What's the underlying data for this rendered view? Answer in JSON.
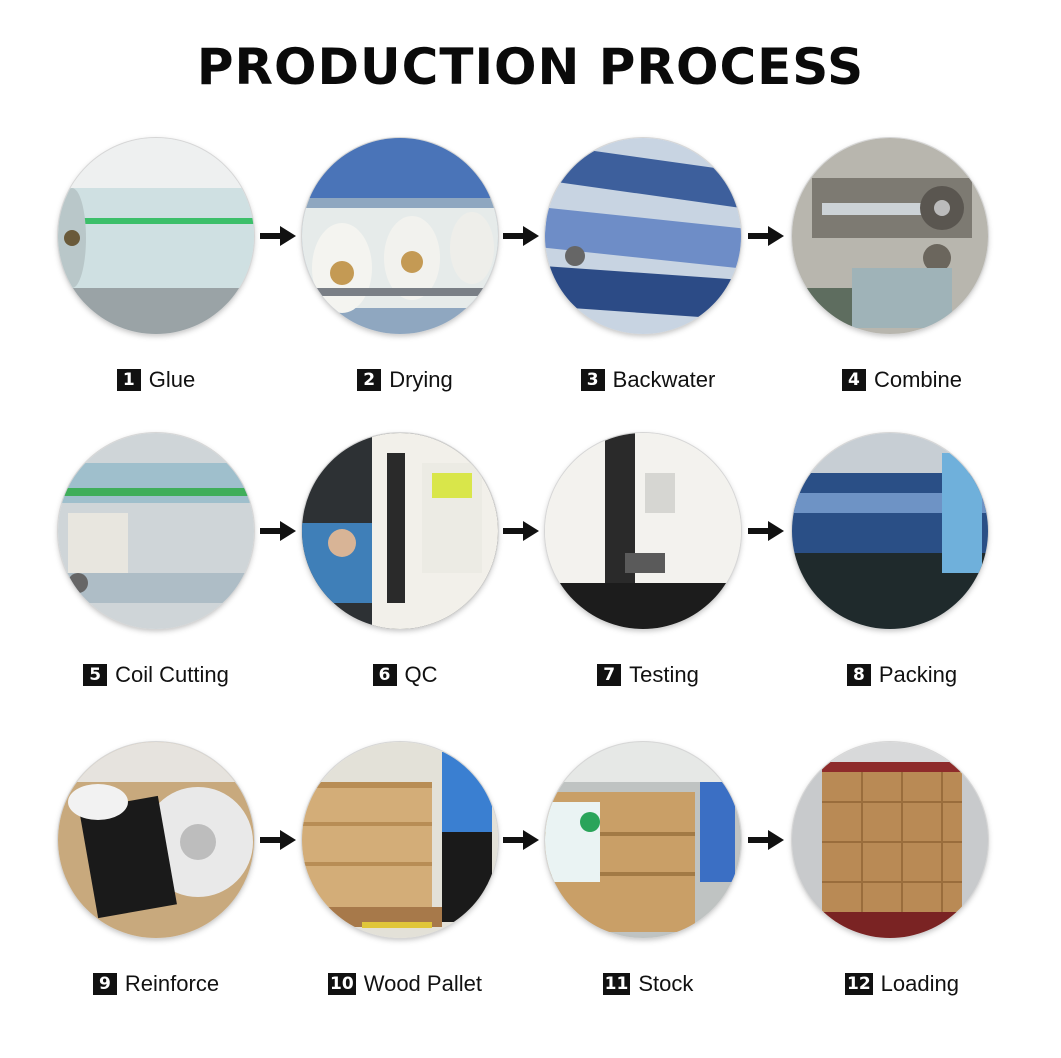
{
  "title": "PRODUCTION PROCESS",
  "steps": [
    {
      "num": "1",
      "label": "Glue",
      "icon": "glue-roller-photo"
    },
    {
      "num": "2",
      "label": "Drying",
      "icon": "drying-rolls-photo"
    },
    {
      "num": "3",
      "label": "Backwater",
      "icon": "backwater-rollers-photo"
    },
    {
      "num": "4",
      "label": "Combine",
      "icon": "combine-machine-photo"
    },
    {
      "num": "5",
      "label": "Coil Cutting",
      "icon": "coil-cutting-photo"
    },
    {
      "num": "6",
      "label": "QC",
      "icon": "qc-tester-photo"
    },
    {
      "num": "7",
      "label": "Testing",
      "icon": "testing-machine-photo"
    },
    {
      "num": "8",
      "label": "Packing",
      "icon": "packing-photo"
    },
    {
      "num": "9",
      "label": "Reinforce",
      "icon": "reinforce-photo"
    },
    {
      "num": "10",
      "label": "Wood Pallet",
      "icon": "wood-pallet-photo"
    },
    {
      "num": "11",
      "label": "Stock",
      "icon": "stock-photo"
    },
    {
      "num": "12",
      "label": "Loading",
      "icon": "loading-container-photo"
    }
  ]
}
